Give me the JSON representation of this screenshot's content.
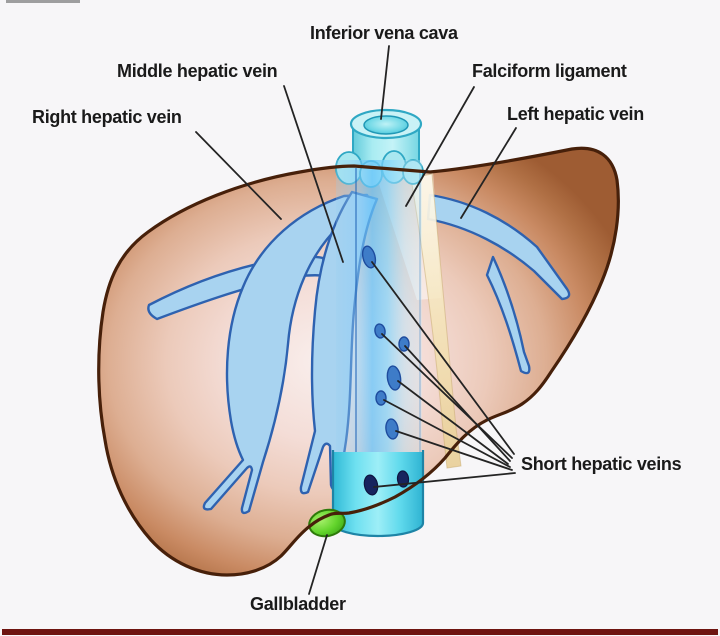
{
  "figure": {
    "labels": [
      {
        "id": "inferior-vena-cava",
        "text": "Inferior vena cava"
      },
      {
        "id": "middle-hepatic-vein",
        "text": "Middle hepatic vein"
      },
      {
        "id": "falciform-ligament",
        "text": "Falciform ligament"
      },
      {
        "id": "right-hepatic-vein",
        "text": "Right hepatic vein"
      },
      {
        "id": "left-hepatic-vein",
        "text": "Left hepatic vein"
      },
      {
        "id": "short-hepatic-veins",
        "text": "Short hepatic veins"
      },
      {
        "id": "gallbladder",
        "text": "Gallbladder"
      }
    ],
    "colors": {
      "background": "#f7f6f8",
      "liver_outline": "#47200a",
      "liver_rim": "#9e5c33",
      "liver_center": "#f9efed",
      "vein_fill": "#a8d3f0",
      "vein_outline": "#2e62b0",
      "ivc_cyan": "#4fd5e9",
      "ivc_opening": "#6fd8e6",
      "falciform_cream": "#f4e4b8",
      "gallbladder_green": "#63d42c",
      "label_text": "#1a1a1a",
      "leader_line": "#242424",
      "bottom_border": "#6e1410"
    }
  }
}
